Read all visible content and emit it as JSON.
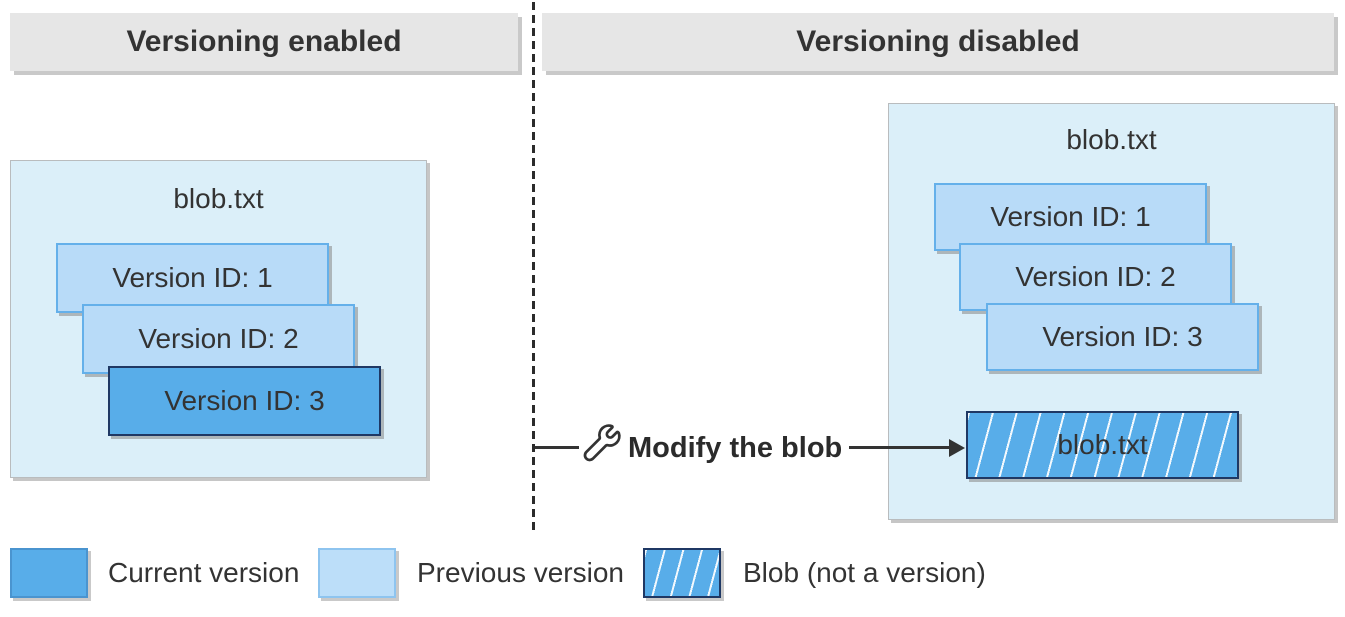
{
  "diagram": {
    "left_section": {
      "header": "Versioning enabled",
      "container_title": "blob.txt",
      "versions": [
        {
          "label": "Version ID: 1",
          "type": "previous"
        },
        {
          "label": "Version ID: 2",
          "type": "previous"
        },
        {
          "label": "Version ID: 3",
          "type": "current"
        }
      ]
    },
    "right_section": {
      "header": "Versioning disabled",
      "container_title": "blob.txt",
      "versions": [
        {
          "label": "Version ID: 1",
          "type": "previous"
        },
        {
          "label": "Version ID: 2",
          "type": "previous"
        },
        {
          "label": "Version ID: 3",
          "type": "previous"
        }
      ],
      "blob_label": "blob.txt",
      "blob_type": "blob-not-a-version"
    },
    "annotation": {
      "icon": "wrench-icon",
      "label": "Modify the blob"
    }
  },
  "legend": {
    "items": [
      {
        "label": "Current version",
        "swatch": "current-solid-blue"
      },
      {
        "label": "Previous version",
        "swatch": "previous-light-blue"
      },
      {
        "label": "Blob (not a version)",
        "swatch": "blue-white-hatched"
      }
    ]
  },
  "colors": {
    "current_version_fill": "#58ade9",
    "previous_version_fill": "#b8dbf8",
    "panel_background": "#dbeff9",
    "header_background": "#e6e6e6",
    "dark_border": "#1f3864",
    "light_blue_border": "#64b0ea",
    "line_and_text": "#333333"
  }
}
